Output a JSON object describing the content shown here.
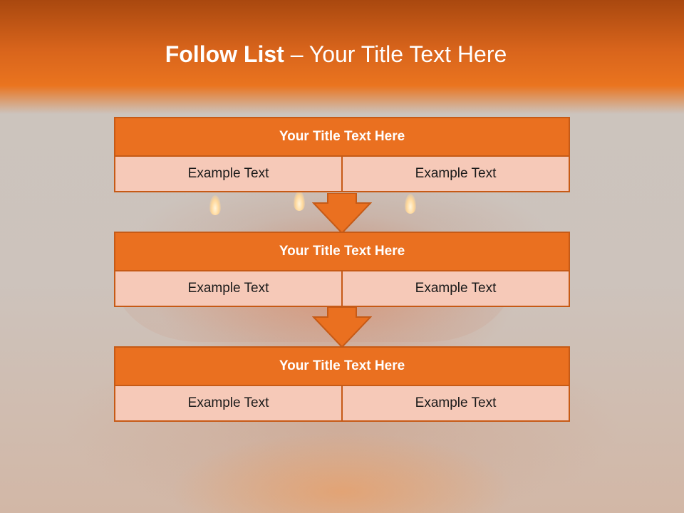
{
  "slide": {
    "title_bold": "Follow List",
    "title_dash": " – ",
    "title_rest": "Your Title Text Here",
    "accent_color": "#ea7020",
    "cell_color": "#f6c9b8"
  },
  "blocks": [
    {
      "title": "Your Title Text Here",
      "left": "Example Text",
      "right": "Example Text"
    },
    {
      "title": "Your Title Text Here",
      "left": "Example Text",
      "right": "Example Text"
    },
    {
      "title": "Your Title Text Here",
      "left": "Example Text",
      "right": "Example Text"
    }
  ]
}
